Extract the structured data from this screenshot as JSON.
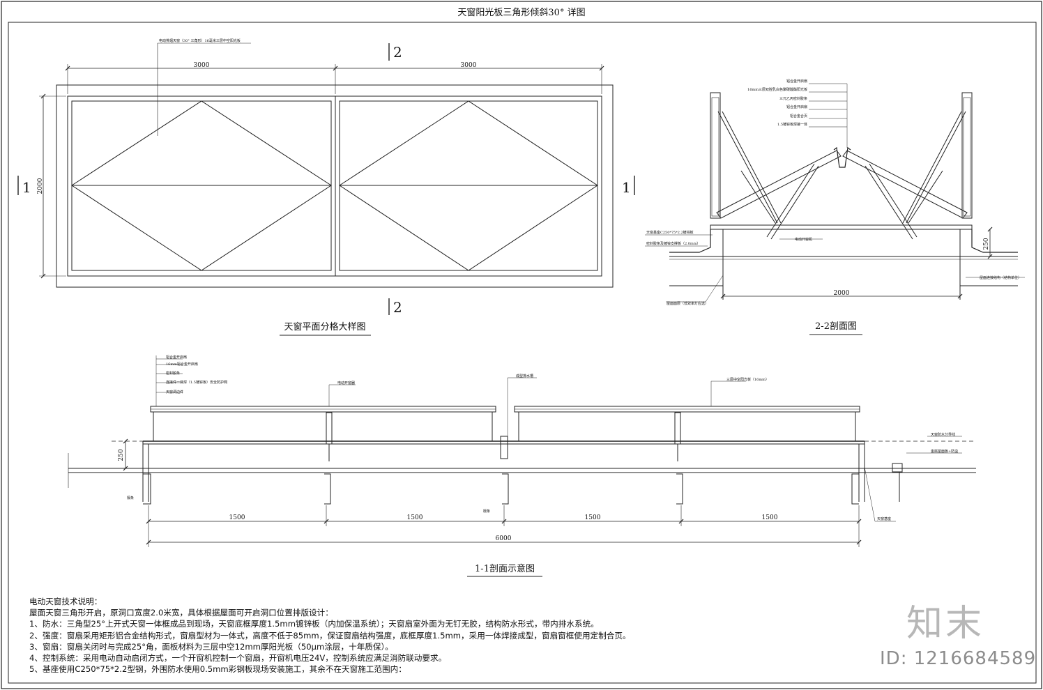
{
  "sheet_title": "天窗阳光板三角形倾斜30° 详图",
  "plan": {
    "caption": "天窗平面分格大样图",
    "callout": "电动排烟天窗（30° 三角形）16毫米三层中空阳光板",
    "dim_width_left": "3000",
    "dim_width_right": "3000",
    "dim_height": "2000",
    "section_1": "1",
    "section_2": "2"
  },
  "section22": {
    "caption": "2-2剖面图",
    "labels": [
      "铝合金开启扇",
      "16mm三层双腔乳白色聚碳酸酯阳光板",
      "三元乙丙密封胶条",
      "铝合金开启扇",
      "铝合金合页",
      "1.5镀锌板焊接一体"
    ],
    "label_base": "天窗基座C250*75*2.2镀锌板",
    "label_seal": "密封胶条及镀锌支撑板（2.0mm）",
    "label_motor": "电动开窗机",
    "label_structure": "屋面连接结构（结构单位）",
    "label_roof": "屋面面层（低效率灯应选）",
    "dim_width": "2000",
    "dim_height": "250"
  },
  "section11": {
    "caption": "1-1剖面示意图",
    "labels_left": [
      "铝合金开启扇",
      "16mm铝合金开启扇",
      "密封胶条",
      "连接件一体焊（1.5镀锌板）安全防护网",
      "天窗调边件"
    ],
    "label_motor": "电动开窗器",
    "label_gutter": "成型排水槽",
    "label_panel": "三层中空阳光板（16mm）",
    "label_right1": "天窗防水分界线",
    "label_right2": "金属屋面板+防虫",
    "label_base": "天窗基座",
    "label_purlin": "檩条",
    "label_purlin2": "檩条",
    "dim_height": "250",
    "dims": [
      "1500",
      "1500",
      "1500",
      "1500"
    ],
    "dim_total": "6000"
  },
  "notes": {
    "title": "电动天窗技术说明：",
    "lines": [
      "屋面天窗三角形开启，原洞口宽度2.0米宽，具体根据屋面可开启洞口位置排版设计：",
      "1、防水：三角型25°上开式天窗一体框成品到现场，天窗底框厚度1.5mm镀锌板（内加保温系统）；天窗扇室外面为无钉无胶，结构防水形式，带内排水系统。",
      "2、强度：窗扇采用矩形铝合金结构形式，窗扇型材为一体式，高度不低于85mm，保证窗扇结构强度，底框厚度1.5mm，采用一体焊接成型，窗扇窗框使用定制合页。",
      "3、窗扇：窗扇关闭时与完成25°角，面板材料为三层中空12mm厚阳光板（50μm涂层，十年质保）。",
      "4、控制系统：采用电动自动启闭方式，一个开窗机控制一个窗扇，开窗机电压24V，控制系统应满足消防联动要求。",
      "5、基座使用C250*75*2.2型钢，外围防水使用0.5mm彩钢板现场安装施工，其余不在天窗施工范围内："
    ]
  },
  "watermark": {
    "logo": "知末",
    "id": "ID: 1216684589"
  }
}
